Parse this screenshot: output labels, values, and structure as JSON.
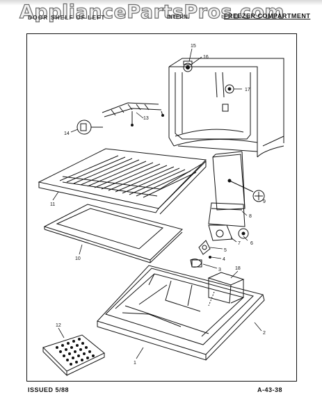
{
  "header": {
    "watermark": "AppliancePartsPros.com",
    "left_title": "DOOR SHELF OF LEFT",
    "mid_label": "INTERN.",
    "right_title": "FREEZER COMPARTMENT"
  },
  "footer": {
    "issued": "ISSUED 5/88",
    "page_ref": "A-43-38"
  },
  "callouts": [
    "1",
    "2",
    "3",
    "4",
    "5",
    "6",
    "7",
    "8",
    "9",
    "10",
    "11",
    "12",
    "13",
    "14",
    "15",
    "16",
    "17",
    "18"
  ]
}
